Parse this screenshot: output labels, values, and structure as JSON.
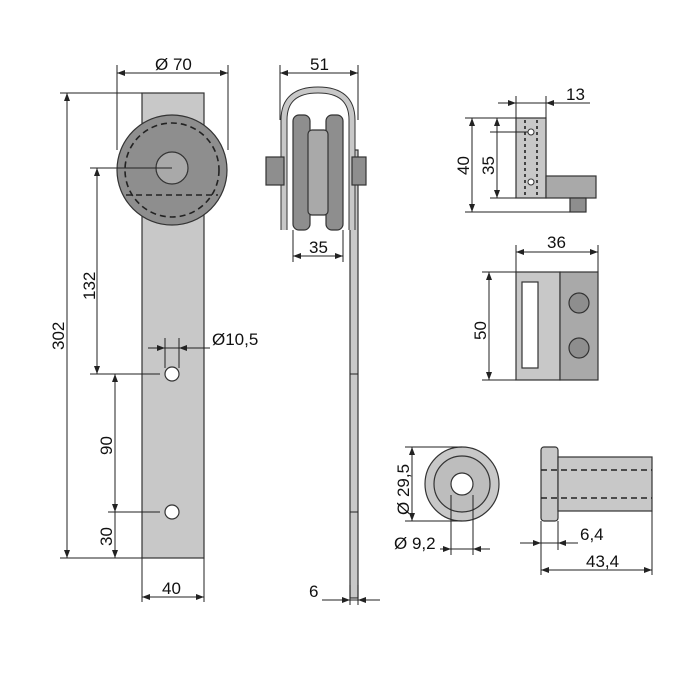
{
  "dimensions": {
    "hanger_width": "Ø 70",
    "total_height": "302",
    "wheel_to_hole": "132",
    "hole_dia": "Ø10,5",
    "hole_spacing": "90",
    "hole_bottom": "30",
    "strap_width": "40",
    "side_width": "51",
    "wheel_width": "35",
    "strap_thickness": "6",
    "bracket_depth": "13",
    "bracket_height": "40",
    "bracket_hole": "35",
    "guide_width": "36",
    "guide_height": "50",
    "spacer_outer": "Ø 29,5",
    "spacer_inner": "Ø 9,2",
    "bolt_head": "6,4",
    "bolt_length": "43,4"
  },
  "colors": {
    "metal": "#c8c8c8",
    "wheel": "#8e8e8e",
    "hole": "#ffffff",
    "line": "#222222"
  }
}
